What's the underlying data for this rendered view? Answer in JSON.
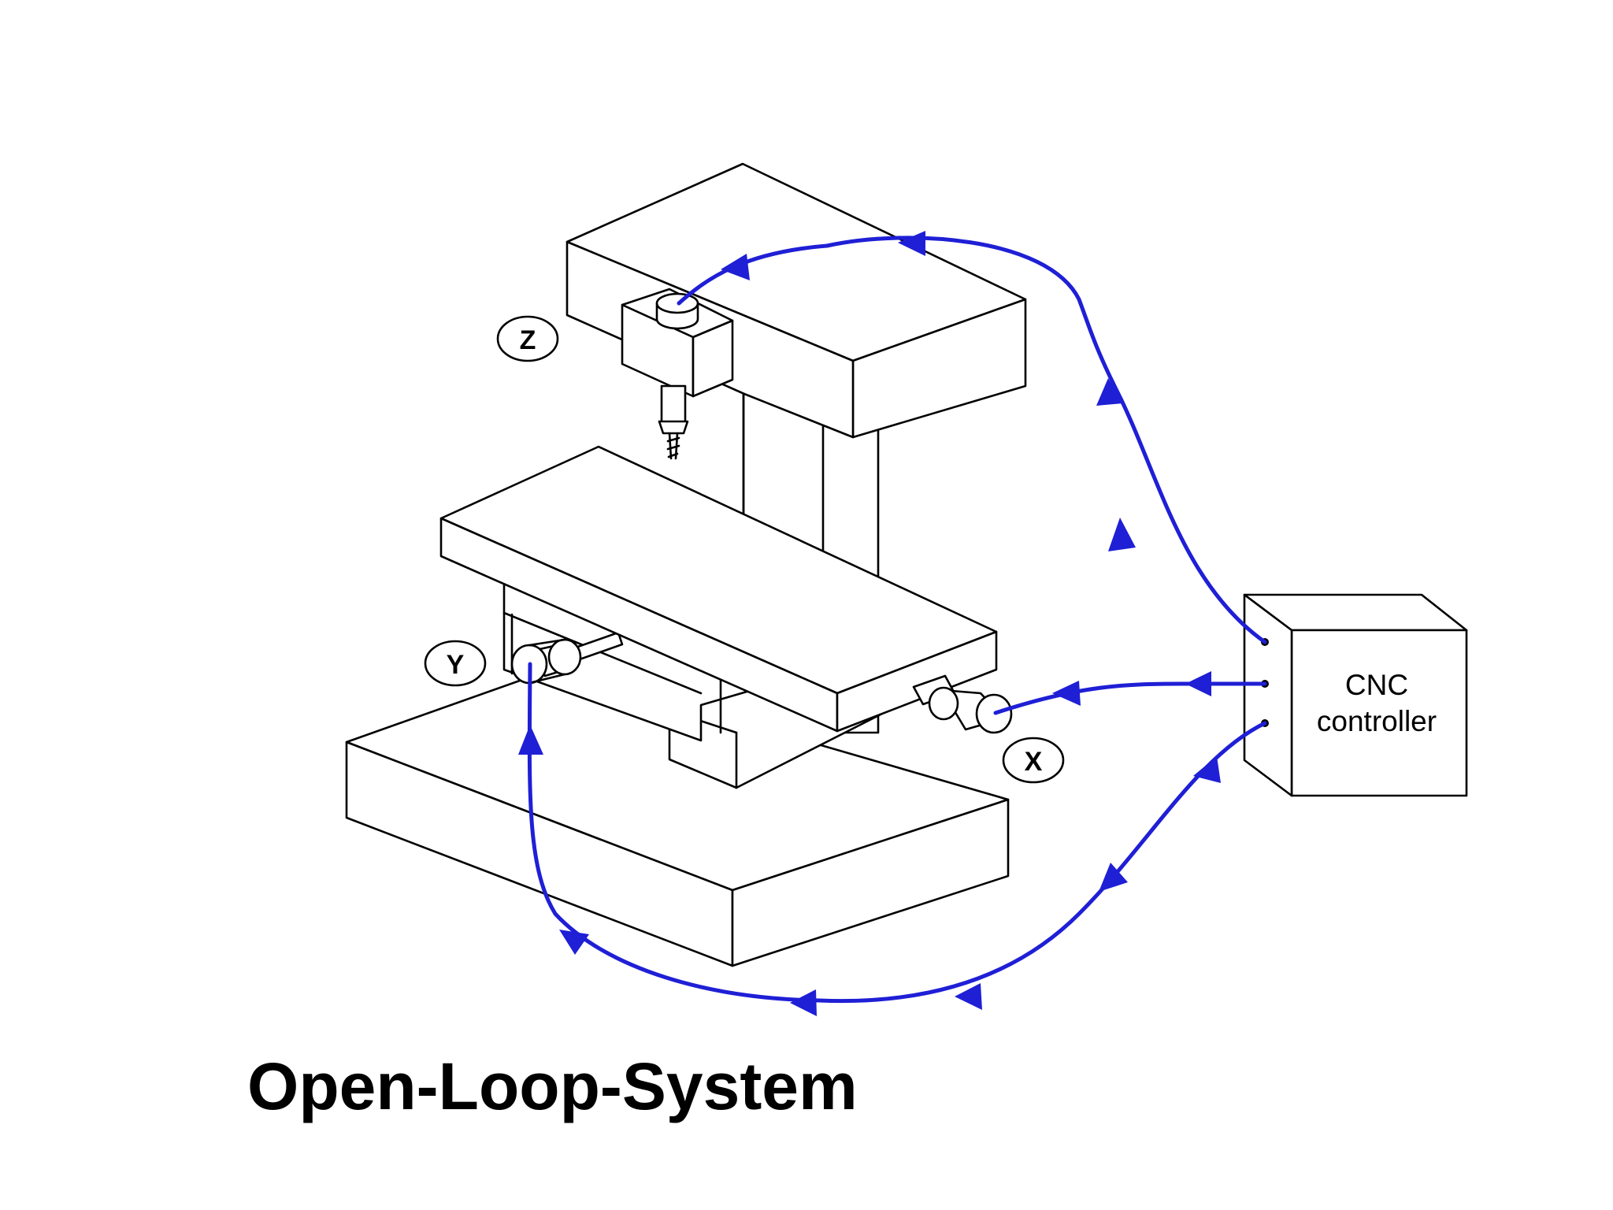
{
  "colors": {
    "line": "#000000",
    "signal": "#1f1fd6",
    "background": "#ffffff"
  },
  "axes": {
    "z": "Z",
    "y": "Y",
    "x": "X"
  },
  "controller": {
    "line1": "CNC",
    "line2": "controller"
  },
  "caption": "Open-Loop-System"
}
